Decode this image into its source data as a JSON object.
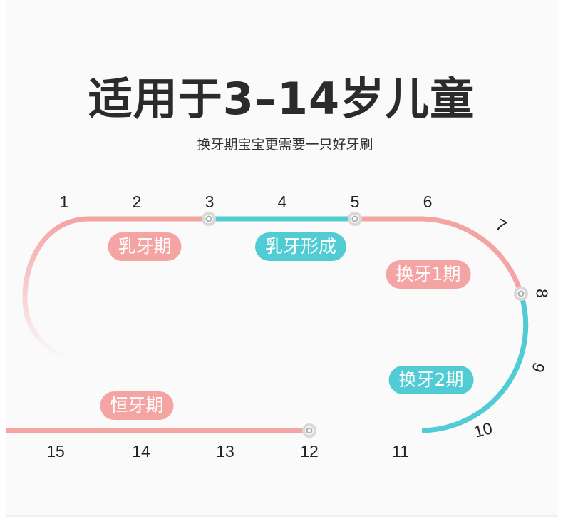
{
  "title": "适用于3–14岁儿童",
  "subtitle": "换牙期宝宝更需要一只好牙刷",
  "ages": [
    "1",
    "2",
    "3",
    "4",
    "5",
    "6",
    "7",
    "8",
    "9",
    "10",
    "11",
    "12",
    "13",
    "14",
    "15"
  ],
  "stages": [
    {
      "label": "乳牙期",
      "color": "#f4a4a3"
    },
    {
      "label": "乳牙形成",
      "color": "#52ccd4"
    },
    {
      "label": "换牙1期",
      "color": "#f4a4a3"
    },
    {
      "label": "换牙2期",
      "color": "#52ccd4"
    },
    {
      "label": "恒牙期",
      "color": "#f4a4a3"
    }
  ]
}
